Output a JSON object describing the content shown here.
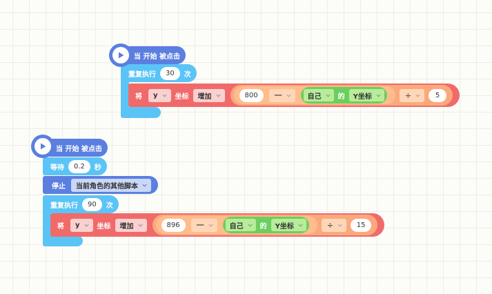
{
  "colors": {
    "event": "#5b7fe0",
    "control": "#5bc4f7",
    "motion": "#f06a6a",
    "operator": "#fba97c",
    "sensing": "#6cce5e"
  },
  "scripts": [
    {
      "hat": {
        "label": "当 开始 被点击",
        "icon": "play-icon"
      },
      "repeat": {
        "label": "重复执行",
        "count": "30",
        "unit": "次"
      },
      "set": {
        "prefix": "将",
        "axis": "y",
        "coord": "坐标",
        "mode": "增加",
        "left_number": "800",
        "minus_op": "一",
        "sensor_target": "自己",
        "sensor_of": "的",
        "sensor_attr": "Y坐标",
        "div_op": "÷",
        "right_number": "5"
      }
    },
    {
      "hat": {
        "label": "当 开始 被点击",
        "icon": "play-icon"
      },
      "wait": {
        "label": "等待",
        "value": "0.2",
        "unit": "秒"
      },
      "stop": {
        "label": "停止",
        "option": "当前角色的其他脚本"
      },
      "repeat": {
        "label": "重复执行",
        "count": "90",
        "unit": "次"
      },
      "set": {
        "prefix": "将",
        "axis": "y",
        "coord": "坐标",
        "mode": "增加",
        "left_number": "896",
        "minus_op": "一",
        "sensor_target": "自己",
        "sensor_of": "的",
        "sensor_attr": "Y坐标",
        "div_op": "÷",
        "right_number": "15"
      }
    }
  ]
}
